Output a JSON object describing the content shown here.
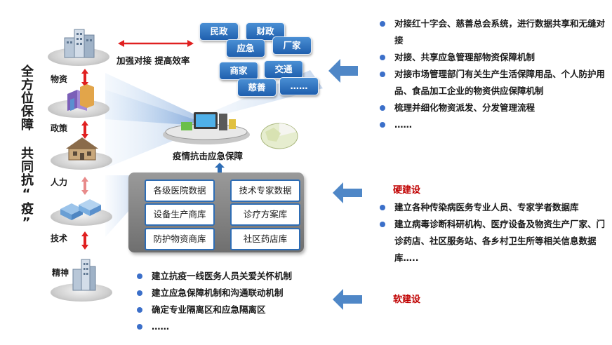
{
  "title": "全方位保障 共同抗“疫”",
  "pillars": [
    {
      "id": "wuzi",
      "label": "物资"
    },
    {
      "id": "zhengce",
      "label": "政策"
    },
    {
      "id": "renli",
      "label": "人力"
    },
    {
      "id": "jishu",
      "label": "技术"
    },
    {
      "id": "jingshen",
      "label": "精神"
    }
  ],
  "top_link": "加强对接 提高效率",
  "center_label": "疫情抗击应急保障",
  "tags": [
    "民政",
    "财政",
    "应急",
    "厂家",
    "商家",
    "交通",
    "慈善",
    "……"
  ],
  "databases": [
    "各级医院数据",
    "技术专家数据",
    "设备生产商库",
    "诊疗方案库",
    "防护物资商库",
    "社区药店库"
  ],
  "right_top_items": [
    "对接红十字会、慈善总会系统，进行数据共享和无缝对接",
    "对接、共享应急管理部物资保障机制",
    "对接市场管理部门有关生产生活保障用品、个人防护用品、食品加工企业的物资供应保障机制",
    "梳理并细化物资派发、分发管理流程",
    "……"
  ],
  "hard_title": "硬建设",
  "hard_items": [
    "建立各种传染病医务专业人员、专家学者数据库",
    "建立病毒诊断科研机构、医疗设备及物资生产厂家、门诊药店、社区服务站、各乡村卫生所等相关信息数据库….."
  ],
  "soft_title": "软建设",
  "soft_items": [
    "建立抗疫一线医务人员关爱关怀机制",
    "建立应急保障机制和沟通联动机制",
    "确定专业隔离区和应急隔离区",
    "……"
  ],
  "colors": {
    "accent": "#1f5fae",
    "bullet": "#3b6fc9",
    "red": "#c00000",
    "arrow": "#4f87c7"
  }
}
